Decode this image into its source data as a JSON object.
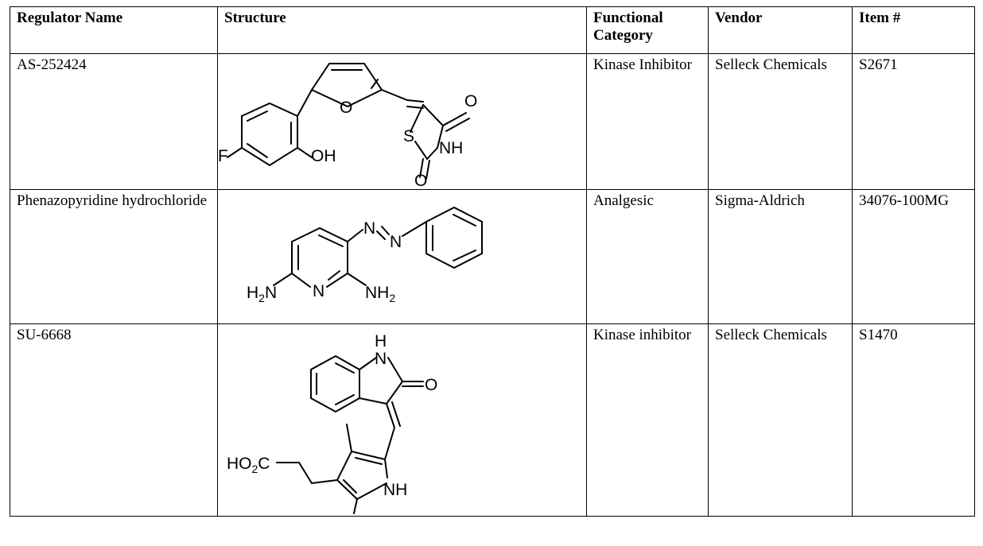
{
  "headers": {
    "name": "Regulator Name",
    "structure": "Structure",
    "category": "Functional Category",
    "vendor": "Vendor",
    "item": "Item #"
  },
  "rows": [
    {
      "name": "AS-252424",
      "category": "Kinase Inhibitor",
      "vendor": "Selleck Chemicals",
      "item": "S2671",
      "atoms": {
        "o_ring": "O",
        "o_carbonyl": "O",
        "s": "S",
        "nh": "NH",
        "f": "F",
        "oh": "OH",
        "o_carbonyl2": "O"
      }
    },
    {
      "name": "Phenazopyridine hydrochloride",
      "category": "Analgesic",
      "vendor": "Sigma-Aldrich",
      "item": "34076-100MG",
      "atoms": {
        "n1": "N",
        "n2": "N",
        "n_ring": "N",
        "h2n_h": "H",
        "h2n_sub": "2",
        "h2n_n": "N",
        "nh2_n": "NH",
        "nh2_sub": "2"
      }
    },
    {
      "name": "SU-6668",
      "category": "Kinase inhibitor",
      "vendor": "Selleck Chemicals",
      "item": "S1470",
      "atoms": {
        "h": "H",
        "n": "N",
        "o": "O",
        "nh": "NH",
        "ho2c_ho": "HO",
        "ho2c_sub": "2",
        "ho2c_c": "C"
      }
    }
  ]
}
